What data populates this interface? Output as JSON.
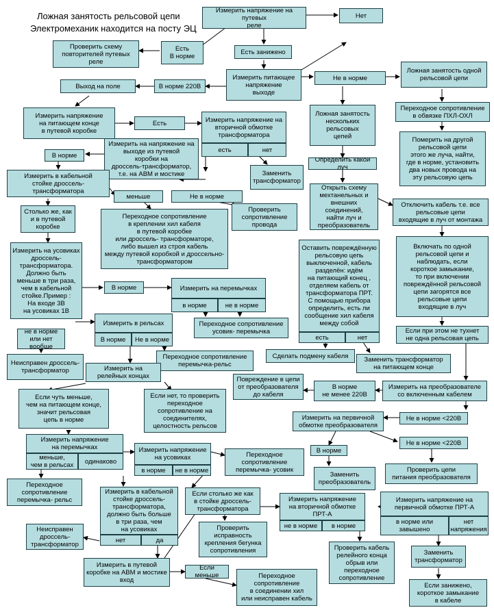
{
  "title_line1": "Ложная занятость рельсовой цепи",
  "title_line2": "Электромеханик находится на посту ЭЦ",
  "nodes": {
    "n_top": "Измерить напряжение на путевых\nреле",
    "n_net": "Нет",
    "n_vnorme1": "Есть\nВ норме",
    "n_schema": "Проверить схему\nповторителей путевых\nреле",
    "n_zanizh": "Есть занижено",
    "n_pitayush": "Измерить питающее\nнапряжение\nвыходе",
    "n_vyhod": "Выход на поле",
    "n_220": "В норме 220В",
    "n_nenorme1": "Не в норме",
    "n_lozhn1": "Ложная занятость одной\nрельсовой цепи",
    "n_perehod_obv": "Переходное сопротивление\nв обвязке ПХЛ-ОХЛ",
    "n_pomerit": "Померить на другой\nрельсовой цепи\nэтого же луча, найти,\nгде в норме, установить\nдва новых провода на\nэту рельсовую цепь",
    "n_izm_pit_konce": "Измерить напряжение\nна питающем конце\nв путевой коробке",
    "n_est": "Есть",
    "n_vtor": "Измерить напряжение на\nвторичной обмотке\nтрансформатора",
    "n_vtor_est": "есть",
    "n_vtor_net": "нет",
    "n_zamenit_tr": "Заменить\nтрансформатор",
    "n_lozhn_nesk": "Ложная занятость\nнескольких\nрельсовых\nцепей",
    "n_opr_luch": "Определить какой луч",
    "n_otkryt": "Открыть схему\nмехтанельных и\nвнешних соединений,\nнайти луч и\nпреобразователь",
    "n_otkl": "Отключить кабель т.е. все\nрельсовые цепи\nвходящие в луч от монтажа",
    "n_vklyuchat": "Включать по одной\nрельсовой цепи и\nнаблюдать, если\nкороткое замыкание,\nто при включении\nповреждённой рельсовой\nцепи загорятся все\nрельсовые цепи\nвходящие в луч",
    "n_esli_ne_tuhnet": "Если при этом не тухнет\nне одна рельсовая цепь",
    "n_vyhod_put": "Измерить на напряжение на\nвыходе из путевой\nкоробки на\nдроссель-трансформатор,\nт.е. на АВМ и мостике",
    "n_vnorme2": "В норме",
    "n_kab_stoyke": "Измерить в кабельной\nстойке дроссель-\nтрансформатора",
    "n_menshe1": "меньше",
    "n_nenorme2": "Не в норме",
    "n_prov_sopr": "Проверить\nсопротивление\nпровода",
    "n_stolko": "Столько же, как\nи в путевой\nкоробке",
    "n_perehod_krepl": "Переходное сопротивление\nв креплении хил кабеля\nв путевой коробке\nили дроссель- трансформаторе,\nлибо вышел из строя кабель\nмежду путевой коробкой и дроссельно-\nтрансформатором",
    "n_usov": "Измерить на усовиках\nдроссель-\nтрансформатора.\nДолжно быть\nменьше в три раза,\nчем в кабельной\nстойке.Пример :\nНа входе 3В\nна усовиках 1В",
    "n_vnorme3": "В норме",
    "n_peremych": "Измерить на перемычках",
    "n_per_vnorme": "в норме",
    "n_per_nenorme": "не в норме",
    "n_perehod_usov": "Переходное сопротивление\nусовик- перемычка",
    "n_relsah": "Измерить в рельсах",
    "n_rels_vnorme": "В норме",
    "n_rels_nenorme": "Не в норме",
    "n_perehod_per_rels": "Переходное сопротивление\nперемычка-рельс",
    "n_nenorme_net": "не в норме\nили нет вообще",
    "n_neispr1": "Неисправен дроссель-\nтрансформатор",
    "n_ostavit": "Оставить повреждённую\nрельсовую цепь\nвыключенной, кабель\nразделён: идём\nна питающий конец ,\nотделяем кабель от\nтрансформатора ПРТ.\nС помощью прибора\nопределить, есть ли\nсообщение хил кабеля\nмежду собой",
    "n_ost_est": "есть",
    "n_ost_net": "нет",
    "n_podmena": "Сделать подмену кабеля",
    "n_zamenit_pit": "Заменить трансформатор\nна питающем конце",
    "n_releynyh": "Измерить на\nрелейных концах",
    "n_povrezh": "Повреждение в цепи\nот преобразователя\nдо кабеля",
    "n_vnorme_220": "В норме\nне менее 220В",
    "n_izm_preobr": "Измерить на преобразователе\nсо включенным кабелем",
    "n_esli_chut": "Если чуть меньше,\nчем на питающем конце,\nзначит рельсовая\nцепь в норме",
    "n_esli_net": "Если нет, то проверить\nпереходное\nсопротивление на\nсоединителях,\nцелостность рельсов",
    "n_perv_preobr": "Измерить на первичной\nобмотке преобразователя",
    "n_nenorme_220a": "Не в норме <220В",
    "n_izm_perem2": "Измерить напряжение\nна перемычках",
    "n_menshe_rels": "меньше,\nчем в рельсах",
    "n_odinak": "одинаково",
    "n_usov2": "Измерить напряжение\nна усовиках",
    "n_usov2_vn": "в норме",
    "n_usov2_nvn": "не в норме",
    "n_perehod_per_usov": "Переходное\nсопротивление\nперемычка- усовик",
    "n_vnorme4": "В норме",
    "n_nenorme_220b": "Не в норме <220В",
    "n_perehod_rels2": "Переходное\nсопротивление\nперемычка- рельс",
    "n_zamenit_preobr": "Заменить\nпреобразователь",
    "n_prov_cepi": "Проверить цепи\nпитания преобразователя",
    "n_kab_stoyke2": "Измерить в кабельной\nстойке дроссель-\nтрансформатора,\nдолжно быть больше\nв три раза, чем\nна усовиках",
    "n_ks2_net": "нет",
    "n_ks2_da": "да",
    "n_neispr2": "Неисправен\nдроссель-\nтрансформатор",
    "n_esli_stolko": "Если столько же как\nв стойке дроссель-\nтрансформатора",
    "n_vtor_prt": "Измерить напряжение\nна вторичной обмотке\nПРТ-А",
    "n_vtor_prt_nvn": "не в норме",
    "n_vtor_prt_vn": "в норме",
    "n_perv_prt": "Измерить напряжение на\nпервичной обмотке ПРТ-А",
    "n_perv_prt_vn": "в норме или\nзавышено",
    "n_perv_prt_net": "нет\nнапряжения",
    "n_prov_ispr": "Проверить\nисправность\nкрепления бегунка\nсопротивления",
    "n_prov_kabel": "Проверить кабель\nрелейного конца\nобрыв или\nпереходное\nсопротивление",
    "n_zamenit_tr2": "Заменить\nтрансформатор",
    "n_put_avm": "Измерить в путевой\nкоробке на АВМ и мостике\nвход",
    "n_esli_menshe": "Если меньше",
    "n_perehod_soed": "Переходное\nсопротивление\nв соединении хил\nили неисправен кабель",
    "n_esli_zanizh": "Если занижено,\nкороткое замыкание\nв кабеле"
  }
}
